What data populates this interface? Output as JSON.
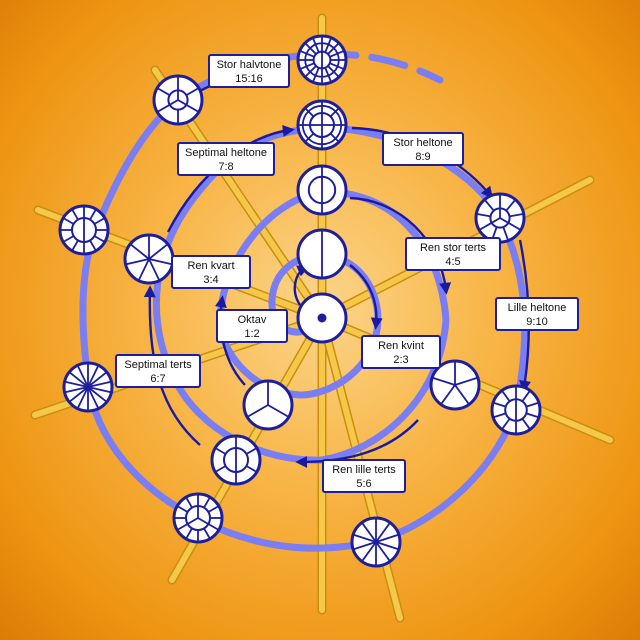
{
  "colors": {
    "background": "#f5a623",
    "spiral": "#7b7ef2",
    "arrow": "#1a1aa0",
    "node_stroke": "#1e1e9c",
    "spoke": "#f6c84a",
    "spoke_stroke": "#c98e10",
    "label_fill": "#ffffff"
  },
  "nodes": [
    {
      "id": "n1",
      "ratio_denominator": 1,
      "icon": "dot-circle-icon"
    },
    {
      "id": "n2",
      "ratio_denominator": 2,
      "icon": "halved-circle-icon"
    },
    {
      "id": "n3",
      "ratio_denominator": 3,
      "icon": "three-sector-icon"
    },
    {
      "id": "n4",
      "ratio_denominator": 4,
      "icon": "ringed-halves-icon"
    },
    {
      "id": "n5",
      "ratio_denominator": 5,
      "icon": "five-sector-icon"
    },
    {
      "id": "n6",
      "ratio_denominator": 6,
      "icon": "ringed-thirds-icon"
    },
    {
      "id": "n7",
      "ratio_denominator": 7,
      "icon": "seven-sector-icon"
    },
    {
      "id": "n8",
      "ratio_denominator": 8,
      "icon": "ringed-quarters-icon"
    },
    {
      "id": "n9",
      "ratio_denominator": 9,
      "icon": "ringed-thirds-icon"
    },
    {
      "id": "n10",
      "ratio_denominator": 10,
      "icon": "ringed-fifths-icon"
    },
    {
      "id": "n12",
      "ratio_denominator": 12,
      "icon": "ringed-sixths-icon"
    },
    {
      "id": "n14",
      "ratio_denominator": 14,
      "icon": "ringed-sevenths-icon"
    },
    {
      "id": "n16",
      "ratio_denominator": 16,
      "icon": "double-ringed-icon"
    },
    {
      "id": "n18",
      "ratio_denominator": 18,
      "icon": "ringed-ninths-icon"
    },
    {
      "id": "n20",
      "ratio_denominator": 20,
      "icon": "ringed-tenths-icon"
    },
    {
      "id": "n6b",
      "ratio_denominator": 6,
      "icon": "thirds-ringed-icon"
    }
  ],
  "labels": [
    {
      "id": "oktav",
      "name": "Oktav",
      "ratio": "1:2"
    },
    {
      "id": "ren-kvint",
      "name": "Ren kvint",
      "ratio": "2:3"
    },
    {
      "id": "ren-kvart",
      "name": "Ren kvart",
      "ratio": "3:4"
    },
    {
      "id": "ren-stor-terts",
      "name": "Ren stor terts",
      "ratio": "4:5"
    },
    {
      "id": "ren-lille-terts",
      "name": "Ren lille terts",
      "ratio": "5:6"
    },
    {
      "id": "septimal-terts",
      "name": "Septimal terts",
      "ratio": "6:7"
    },
    {
      "id": "septimal-heltone",
      "name": "Septimal heltone",
      "ratio": "7:8"
    },
    {
      "id": "stor-heltone",
      "name": "Stor heltone",
      "ratio": "8:9"
    },
    {
      "id": "lille-heltone",
      "name": "Lille heltone",
      "ratio": "9:10"
    },
    {
      "id": "stor-halvtone",
      "name": "Stor halvtone",
      "ratio": "15:16"
    }
  ]
}
